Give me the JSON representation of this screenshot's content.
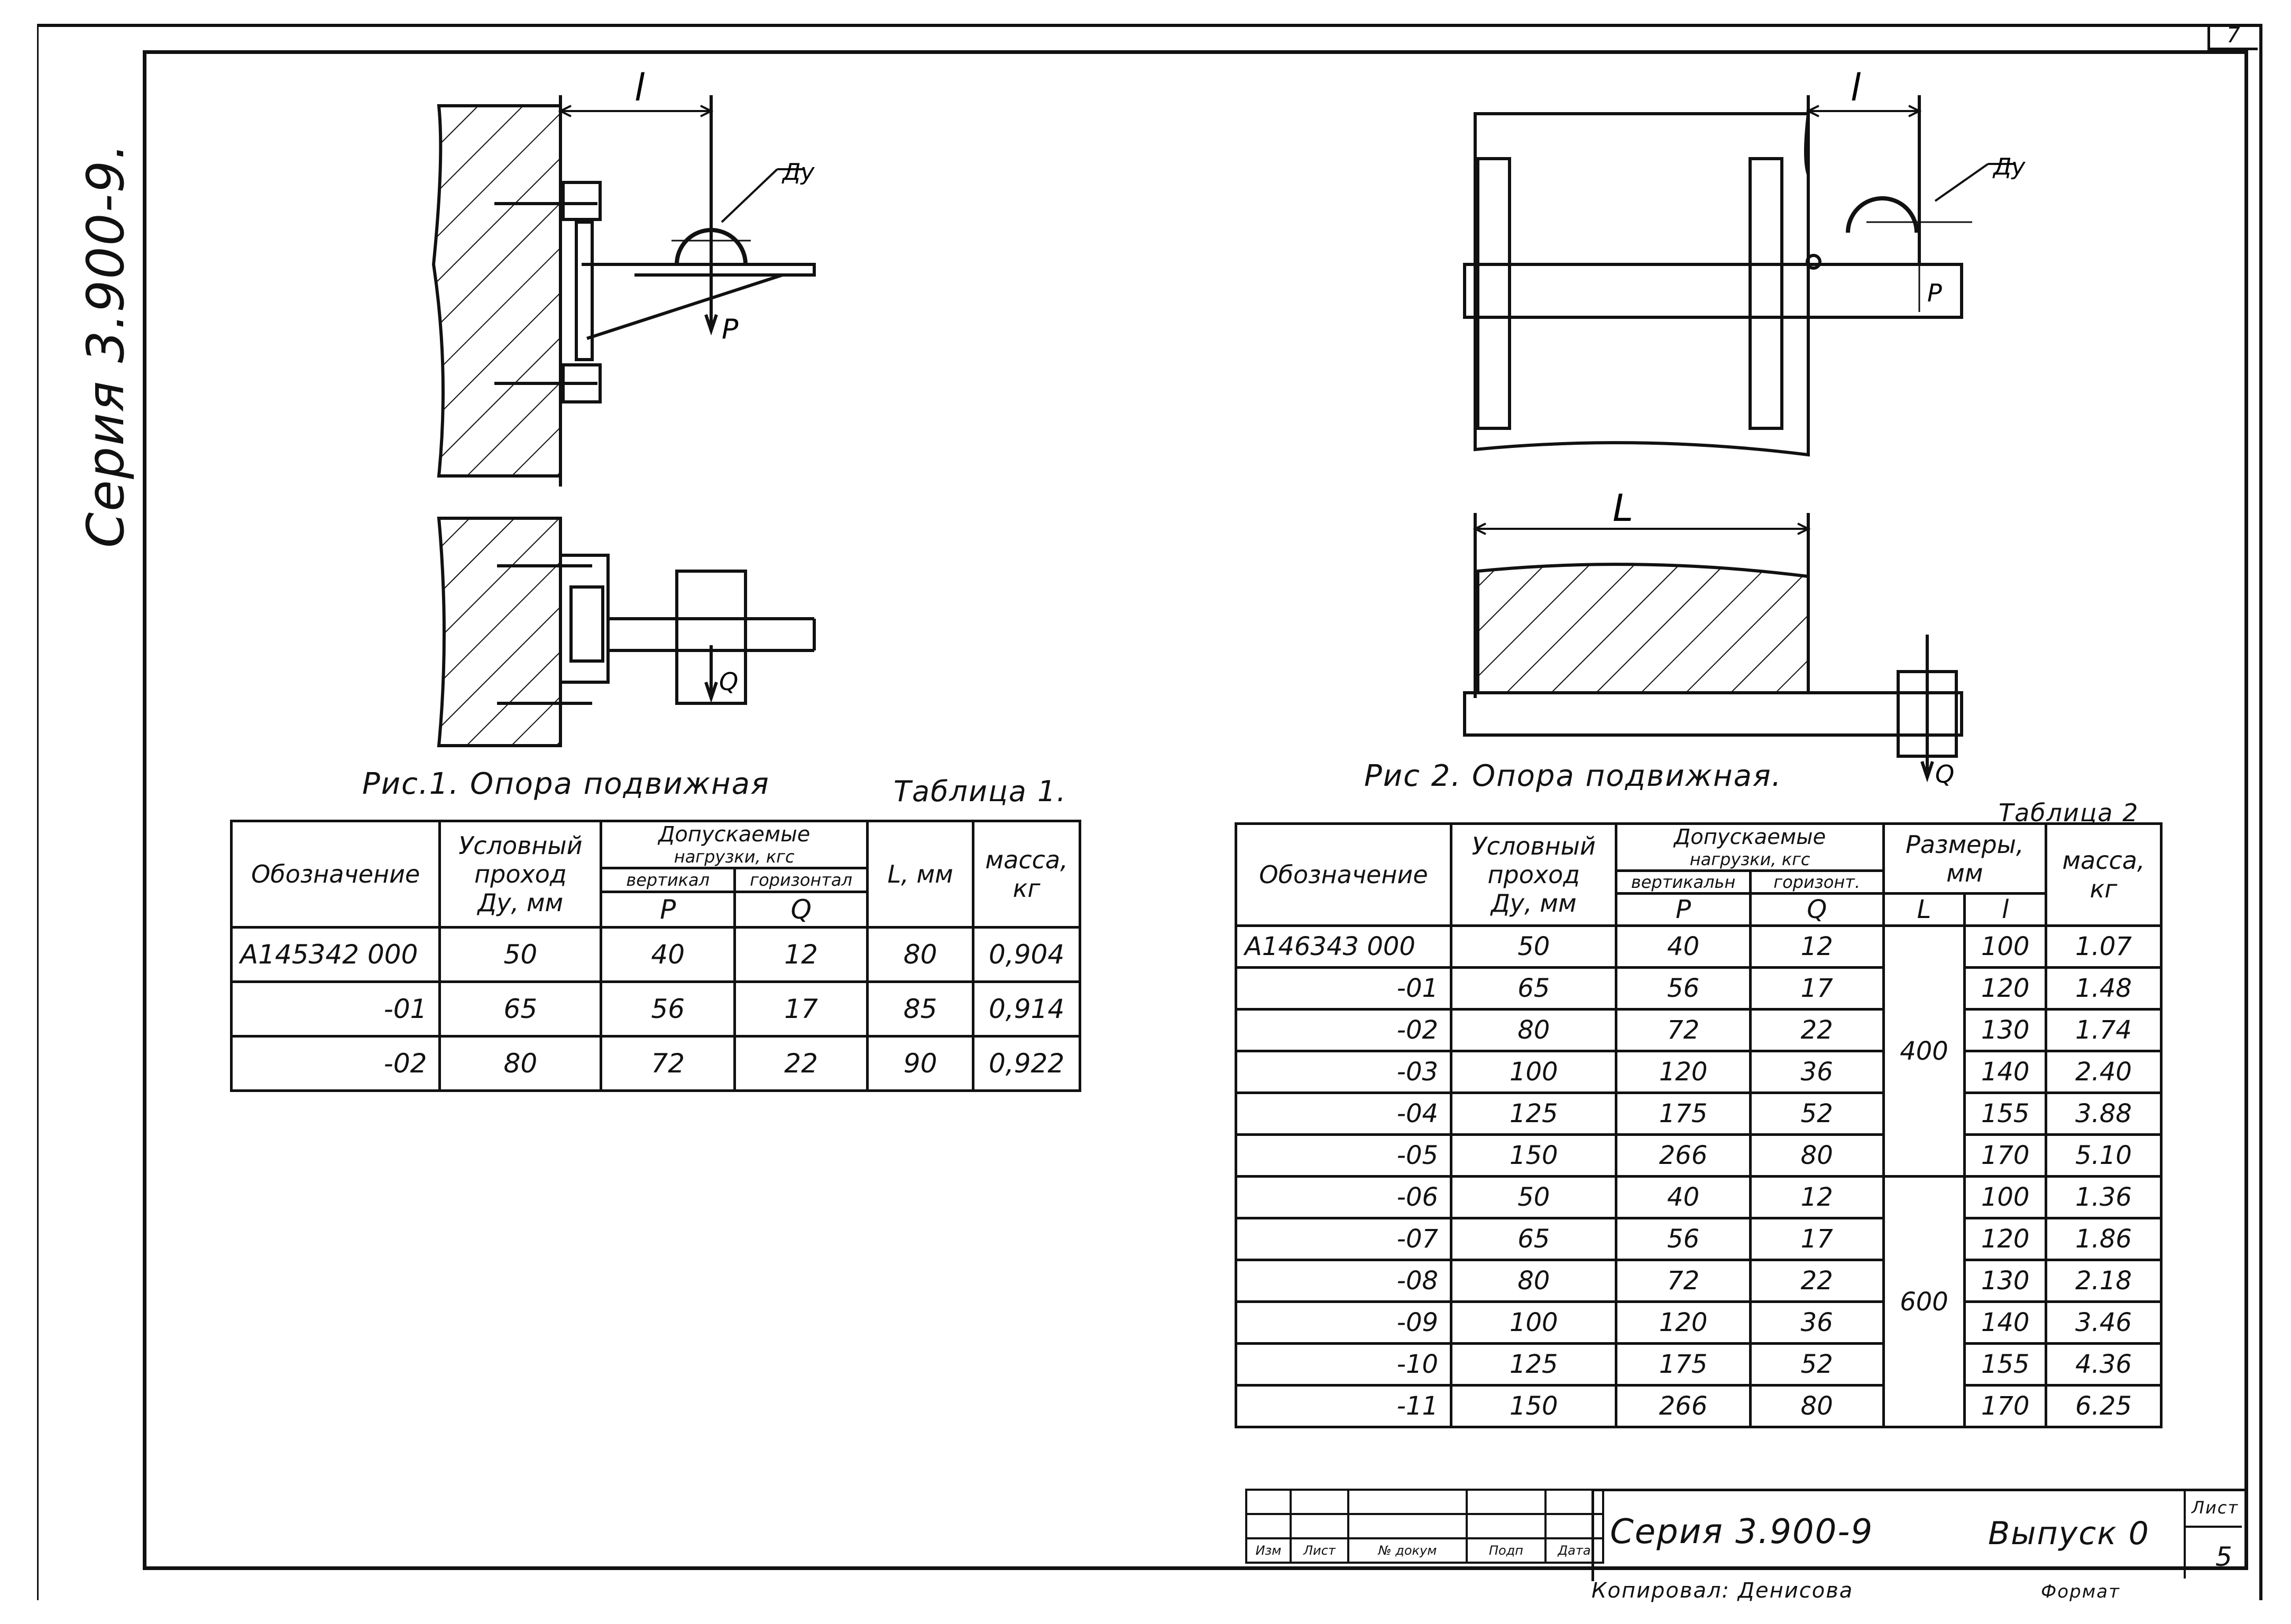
{
  "sheet": {
    "corner_number": "7",
    "side_series": "Серия 3.900-9."
  },
  "fig1": {
    "caption": "Рис.1. Опора подвижная",
    "dim_l": "l",
    "label_dy": "Ду",
    "label_p": "P",
    "label_q": "Q"
  },
  "fig2": {
    "caption": "Рис 2. Опора подвижная.",
    "dim_l": "l",
    "dim_L": "L",
    "label_dy": "Ду",
    "label_p": "P",
    "label_q": "Q"
  },
  "table1": {
    "title": "Таблица 1.",
    "headers": {
      "designation": "Обозначение",
      "nominal_bore": [
        "Условный",
        "проход",
        "Ду, мм"
      ],
      "loads": [
        "Допускаемые",
        "нагрузки, кгс"
      ],
      "vertical": "вертикал",
      "horizontal": "горизонтал",
      "p": "P",
      "q": "Q",
      "l_mm": "L, мм",
      "mass": [
        "масса,",
        "кг"
      ]
    },
    "rows": [
      {
        "designation": "А145342 000",
        "dy": "50",
        "p": "40",
        "q": "12",
        "l": "80",
        "mass": "0,904"
      },
      {
        "designation": "-01",
        "dy": "65",
        "p": "56",
        "q": "17",
        "l": "85",
        "mass": "0,914"
      },
      {
        "designation": "-02",
        "dy": "80",
        "p": "72",
        "q": "22",
        "l": "90",
        "mass": "0,922"
      }
    ]
  },
  "table2": {
    "title": "Таблица 2",
    "headers": {
      "designation": "Обозначение",
      "nominal_bore": [
        "Условный",
        "проход",
        "Ду, мм"
      ],
      "loads": [
        "Допускаемые",
        "нагрузки, кгс"
      ],
      "vertical": "вертикальн",
      "horizontal": "горизонт.",
      "p": "P",
      "q": "Q",
      "sizes": [
        "Размеры,",
        "мм"
      ],
      "L": "L",
      "l": "l",
      "mass": [
        "масса,",
        "кг"
      ]
    },
    "L_groups": [
      "400",
      "600"
    ],
    "rows": [
      {
        "designation": "А146343 000",
        "dy": "50",
        "p": "40",
        "q": "12",
        "l": "100",
        "mass": "1.07"
      },
      {
        "designation": "-01",
        "dy": "65",
        "p": "56",
        "q": "17",
        "l": "120",
        "mass": "1.48"
      },
      {
        "designation": "-02",
        "dy": "80",
        "p": "72",
        "q": "22",
        "l": "130",
        "mass": "1.74"
      },
      {
        "designation": "-03",
        "dy": "100",
        "p": "120",
        "q": "36",
        "l": "140",
        "mass": "2.40"
      },
      {
        "designation": "-04",
        "dy": "125",
        "p": "175",
        "q": "52",
        "l": "155",
        "mass": "3.88"
      },
      {
        "designation": "-05",
        "dy": "150",
        "p": "266",
        "q": "80",
        "l": "170",
        "mass": "5.10"
      },
      {
        "designation": "-06",
        "dy": "50",
        "p": "40",
        "q": "12",
        "l": "100",
        "mass": "1.36"
      },
      {
        "designation": "-07",
        "dy": "65",
        "p": "56",
        "q": "17",
        "l": "120",
        "mass": "1.86"
      },
      {
        "designation": "-08",
        "dy": "80",
        "p": "72",
        "q": "22",
        "l": "130",
        "mass": "2.18"
      },
      {
        "designation": "-09",
        "dy": "100",
        "p": "120",
        "q": "36",
        "l": "140",
        "mass": "3.46"
      },
      {
        "designation": "-10",
        "dy": "125",
        "p": "175",
        "q": "52",
        "l": "155",
        "mass": "4.36"
      },
      {
        "designation": "-11",
        "dy": "150",
        "p": "266",
        "q": "80",
        "l": "170",
        "mass": "6.25"
      }
    ]
  },
  "title_block": {
    "series": "Серия 3.900-9",
    "issue": "Выпуск 0",
    "sheet_label": "Лист",
    "sheet_number": "5",
    "col_labels": [
      "Изм",
      "Лист",
      "№ докум",
      "Подп",
      "Дата"
    ],
    "copied_by": "Копировал: Денисова",
    "format": "Формат"
  }
}
